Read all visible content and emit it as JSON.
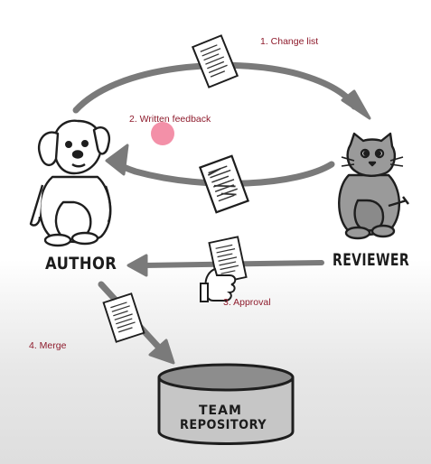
{
  "steps": {
    "change_list": "1. Change list",
    "written_feedback": "2. Written feedback",
    "approval": "3. Approval",
    "merge": "4. Merge"
  },
  "actors": {
    "author": "AUTHOR",
    "reviewer": "REVIEWER"
  },
  "repository": {
    "line1": "TEAM",
    "line2": "REPOSITORY"
  },
  "colors": {
    "label_text": "#8e1b2c",
    "arrow": "#7a7a7a",
    "outline": "#1e1e1e",
    "cursor_dot": "#f2849e"
  }
}
